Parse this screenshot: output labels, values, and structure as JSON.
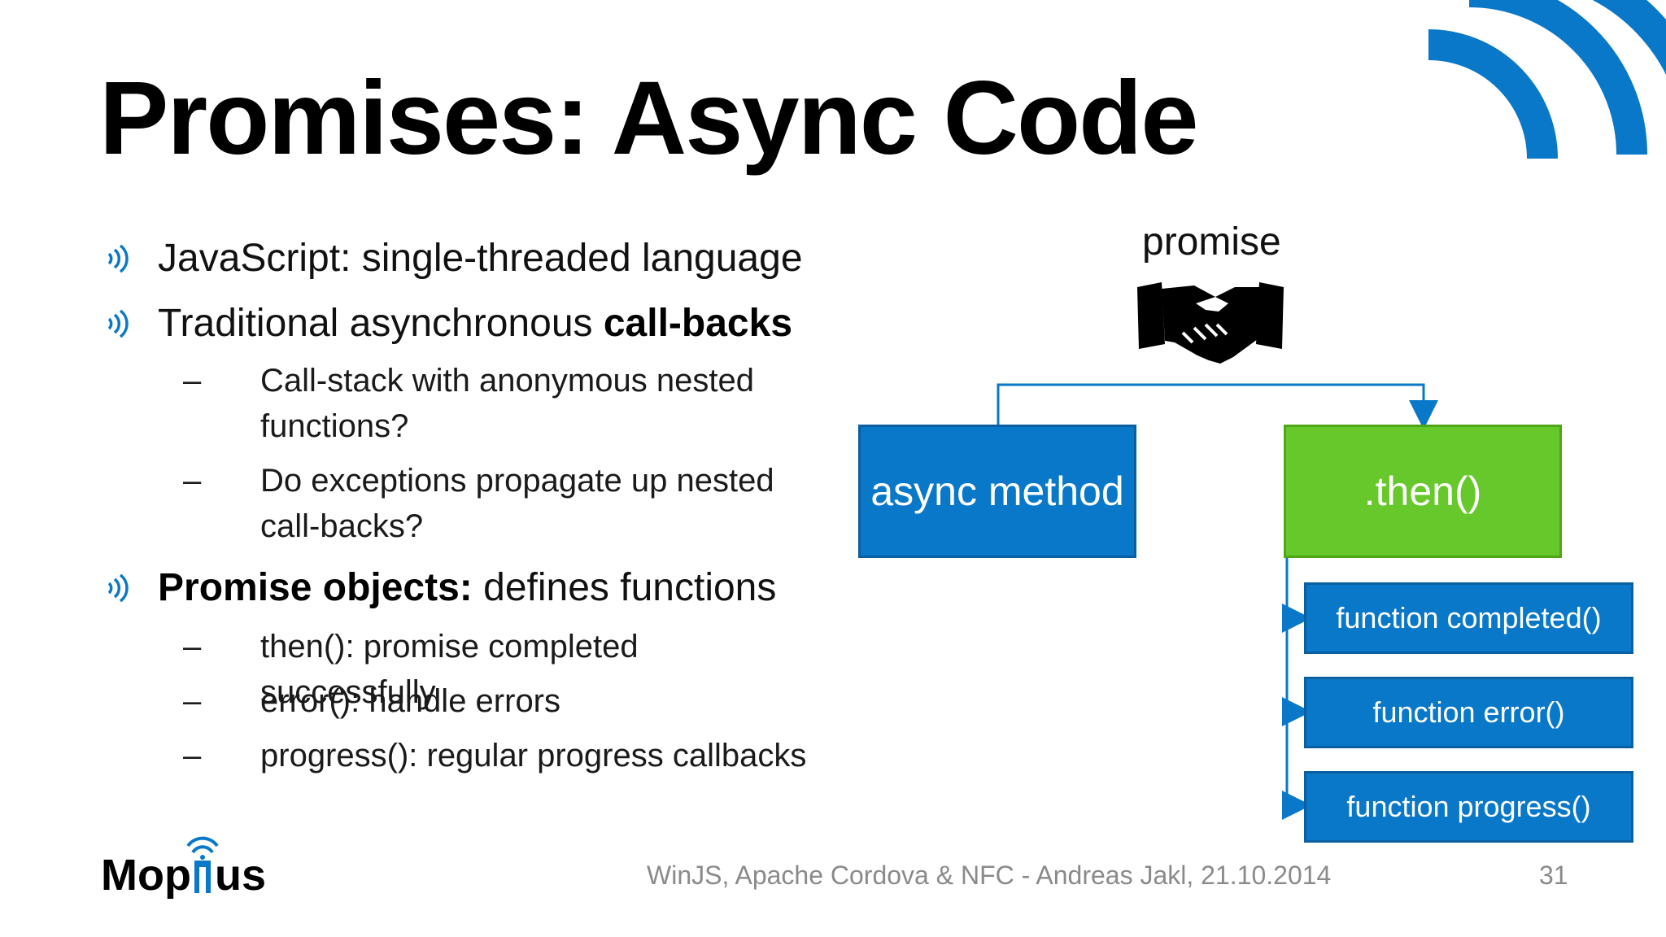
{
  "slide": {
    "title": "Promises: Async Code",
    "bullets": [
      {
        "text": "JavaScript: single-threaded language"
      },
      {
        "text_pre": "Traditional asynchronous ",
        "text_bold": "call-backs"
      }
    ],
    "sub_bullets_a": [
      {
        "dash": "–",
        "line1": "Call-stack with anonymous nested",
        "line2": "functions?"
      },
      {
        "dash": "–",
        "line1": "Do exceptions propagate up nested",
        "line2": "call-backs?"
      }
    ],
    "bullet3": {
      "text_bold": "Promise objects:",
      "text_rest": " defines functions"
    },
    "sub_bullets_b": [
      {
        "dash": "–",
        "text": "then(): promise completed successfully"
      },
      {
        "dash": "–",
        "text": "error(): handle errors"
      },
      {
        "dash": "–",
        "text": "progress(): regular progress callbacks"
      }
    ]
  },
  "diagram": {
    "promise_label": "promise",
    "async_method_label": "async method",
    "then_label": ".then()",
    "function_boxes": [
      "function completed()",
      "function error()",
      "function progress()"
    ],
    "icons": {
      "handshake": "handshake-icon",
      "bullet": "nfc-waves-icon"
    },
    "colors": {
      "blue": "#0a78c8",
      "green": "#66c82a",
      "line": "#0a78c8"
    }
  },
  "footer": {
    "text": "WinJS, Apache Cordova & NFC - Andreas Jakl, 21.10.2014",
    "page": "31",
    "logo_pre": "Mop",
    "logo_post": "us"
  }
}
